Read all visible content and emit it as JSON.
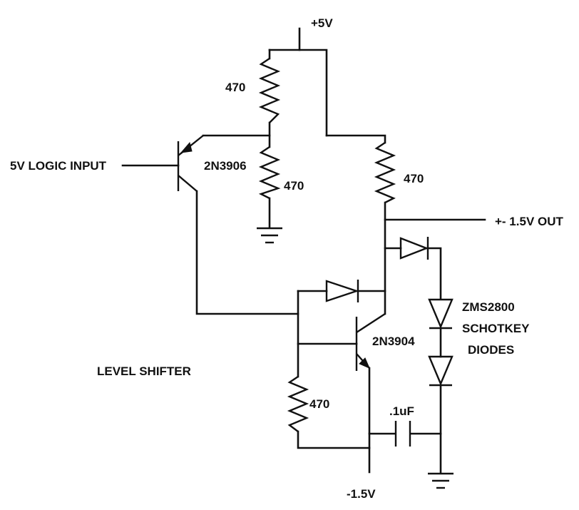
{
  "labels": {
    "supply_positive": "+5V",
    "supply_negative": "-1.5V",
    "logic_input": "5V LOGIC INPUT",
    "output": "+- 1.5V OUT",
    "title": "LEVEL SHIFTER",
    "diode_part_line1": "ZMS2800",
    "diode_part_line2": "SCHOTKEY",
    "diode_part_line3": "DIODES"
  },
  "transistors": {
    "pnp": "2N3906",
    "npn": "2N3904"
  },
  "resistors": {
    "r1": "470",
    "r2": "470",
    "r3": "470",
    "r4": "470"
  },
  "capacitor": ".1uF",
  "colors": {
    "ink": "#111111",
    "paper": "#ffffff"
  }
}
